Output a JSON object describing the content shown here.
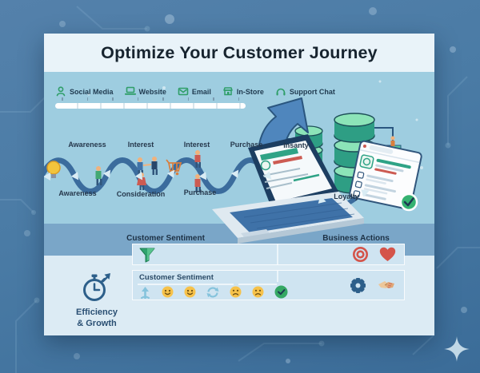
{
  "title": "Optimize Your Customer Journey",
  "channels": [
    {
      "label": "Social Media",
      "icon": "person-icon"
    },
    {
      "label": "Website",
      "icon": "laptop-icon"
    },
    {
      "label": "Email",
      "icon": "envelope-icon"
    },
    {
      "label": "In-Store",
      "icon": "store-icon"
    },
    {
      "label": "Support Chat",
      "icon": "headset-icon"
    }
  ],
  "journey": {
    "top_labels": [
      "Awareness",
      "Interest",
      "Interest",
      "Purchase",
      "Insanty"
    ],
    "bottom_labels": [
      "Awareness",
      "Consideration",
      "Purchase",
      "Loyalty"
    ]
  },
  "metrics_panel": {
    "sentiment_header": "Customer Sentiment",
    "actions_header": "Business Actions",
    "sentiment_row_label": "Customer Sentiment",
    "sentiment_icons": [
      "up-arrow-icon",
      "happy-face-icon",
      "happy-face-icon",
      "refresh-icon",
      "sad-face-icon",
      "sad-face-icon",
      "check-circle-icon"
    ],
    "action_row1_icons": [
      "target-icon",
      "heart-icon"
    ],
    "action_row2_icons": [
      "gear-icon",
      "handshake-icon"
    ],
    "filter_icon": "funnel-icon"
  },
  "footer": {
    "line1": "Efficiency",
    "line2": "& Growth"
  },
  "decorations": {
    "corner": "four-point-star-icon"
  },
  "colors": {
    "background": "#46769f",
    "card_header": "#e9f3f9",
    "illustration_bg": "#9ecde0",
    "band_bg": "#7aa6c8",
    "panel_bg": "#dcebf4",
    "row_bg": "#cfe4f1",
    "accent_green": "#2f9e68",
    "database_green": "#2e9e84",
    "path_blue": "#3b6c9d",
    "arrow_blue": "#4f86bd",
    "navy_text": "#1e3a52",
    "alert_red": "#d4544a",
    "emoji_yellow": "#f6c24a"
  }
}
